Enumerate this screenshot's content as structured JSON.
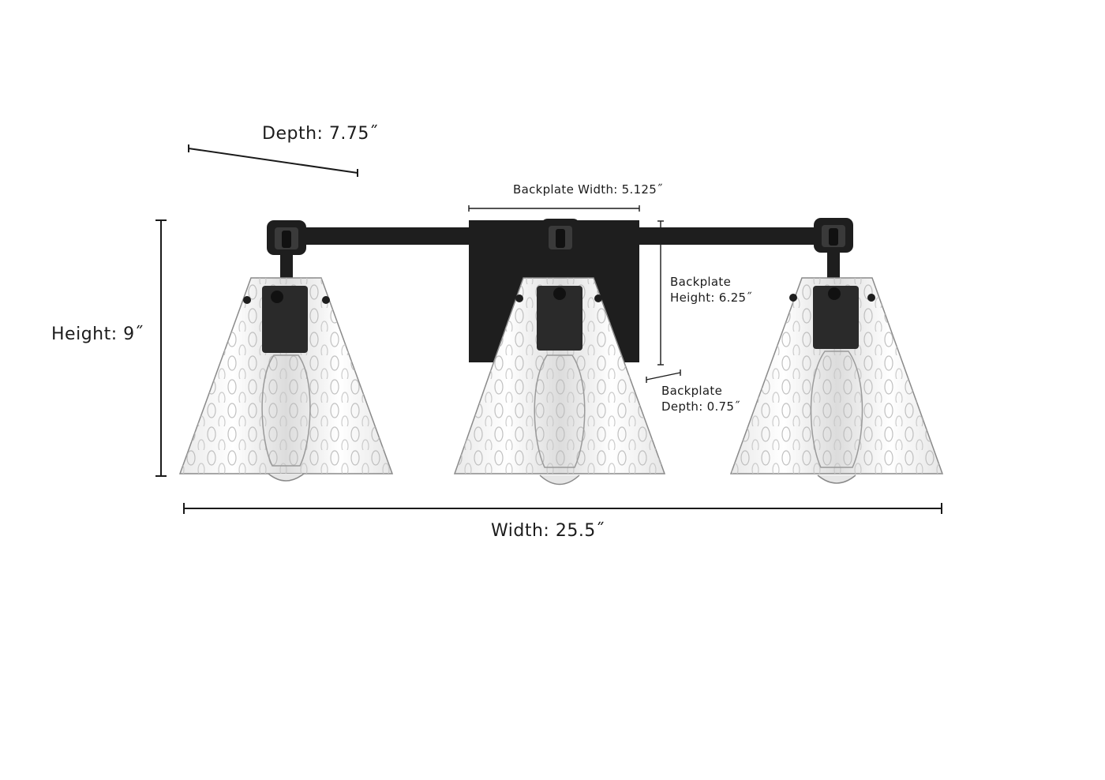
{
  "dimensions": {
    "depth": "Depth: 7.75˝",
    "backplate_width": "Backplate Width: 5.125˝",
    "backplate_height_line1": "Backplate",
    "backplate_height_line2": "Height: 6.25˝",
    "backplate_depth_line1": "Backplate",
    "backplate_depth_line2": "Depth: 0.75˝",
    "height": "Height: 9˝",
    "width": "Width: 25.5˝"
  },
  "colors": {
    "fixture_metal": "#1e1e1e",
    "glass_outline": "#8a8a8a",
    "dimension_line": "#1a1a1a"
  }
}
